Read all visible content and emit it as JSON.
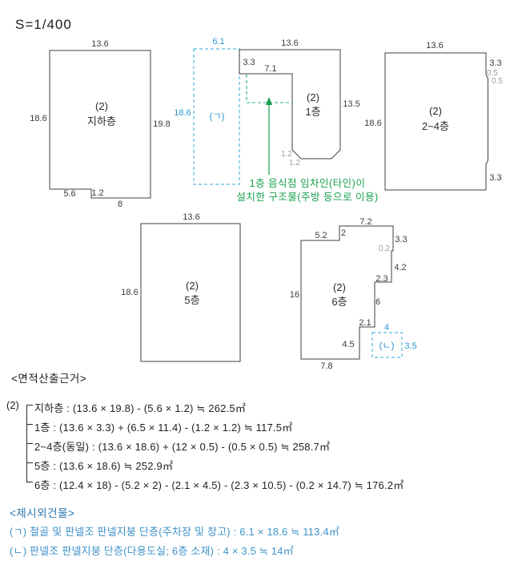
{
  "scale_label": "S=1/400",
  "colors": {
    "outline": "#3f3f3f",
    "dim_text": "#3c3c3c",
    "dim_text_light": "#9d9d9d",
    "blue_annex": "#2f95d0",
    "blue_dashed": "#58b9e2",
    "green_note": "#17a14e",
    "green_dashed": "#2fa98c",
    "extra_title_blue": "#2d76ad",
    "extra_row_blue": "#3f93c8"
  },
  "plans": {
    "basement": {
      "code": "(2)",
      "name": "지하층",
      "dim_top": "13.6",
      "dim_left": "18.6",
      "dim_right": "19.8",
      "dim_bottom_left": "5.6",
      "dim_step": "1.2",
      "dim_bottom": "8"
    },
    "floor1": {
      "code": "(2)",
      "name": "1층",
      "dim_top": "13.6",
      "dim_left_upper": "3.3",
      "dim_inner_top": "7.1",
      "dim_right": "13.5",
      "dim_notch_v": "1.2",
      "dim_notch_h": "1.2"
    },
    "floor2to4": {
      "code": "(2)",
      "name": "2~4층",
      "dim_top": "13.6",
      "dim_left": "18.6",
      "dim_right_top": "3.3",
      "dim_notch_a": "0.5",
      "dim_notch_b": "0.5",
      "dim_right_bottom": "3.3"
    },
    "floor5": {
      "code": "(2)",
      "name": "5층",
      "dim_top": "13.6",
      "dim_left": "18.6"
    },
    "floor6": {
      "code": "(2)",
      "name": "6층",
      "dim_top": "7.2",
      "dim_top_left": "5.2",
      "dim_step_up": "2",
      "dim_right_1": "3.3",
      "dim_right_2": "0.2",
      "dim_right_3": "4.2",
      "dim_right_4": "2.3",
      "dim_right_5": "6",
      "dim_right_6": "2.1",
      "dim_right_7": "4.5",
      "dim_left": "16",
      "dim_bottom": "7.8"
    },
    "annex_g": {
      "code": "(ㄱ)",
      "dim_top": "6.1",
      "dim_left": "18.6"
    },
    "annex_n": {
      "code": "(ㄴ)",
      "dim_top": "4",
      "dim_right": "3.5"
    }
  },
  "annotation": {
    "line1": "1층 음식점 임차인(타인)이",
    "line2": "설치한 구조물(주방 등으로 이용)"
  },
  "area_section": {
    "title": "<면적산출근거>",
    "group_code": "(2)",
    "rows": [
      {
        "text": "지하층 : (13.6 × 19.8) - (5.6 × 1.2) ≒ 262.5㎡"
      },
      {
        "text": "1층 : (13.6 × 3.3) + (6.5 × 11.4) - (1.2 × 1.2) ≒ 117.5㎡"
      },
      {
        "text": "2~4층(동일) : (13.6 × 18.6) + (12 × 0.5) - (0.5 × 0.5) ≒ 258.7㎡"
      },
      {
        "text": "5층 : (13.6 × 18.6) ≒ 252.9㎡"
      },
      {
        "text": "6층 : (12.4 × 18) - (5.2 × 2) - (2.1 × 4.5) - (2.3 × 10.5) - (0.2 × 14.7) ≒ 176.2㎡"
      }
    ]
  },
  "extra_section": {
    "title": "<제시외건물>",
    "rows": [
      {
        "text": "(ㄱ) 철골 및 판넬조 판넬지붕 단층(주차장 및 창고) : 6.1 × 18.6 ≒ 113.4㎡"
      },
      {
        "text": "(ㄴ) 판넬조 판넬지붕 단층(다용도실; 6층 소재) : 4 × 3.5 ≒ 14㎡"
      }
    ]
  }
}
